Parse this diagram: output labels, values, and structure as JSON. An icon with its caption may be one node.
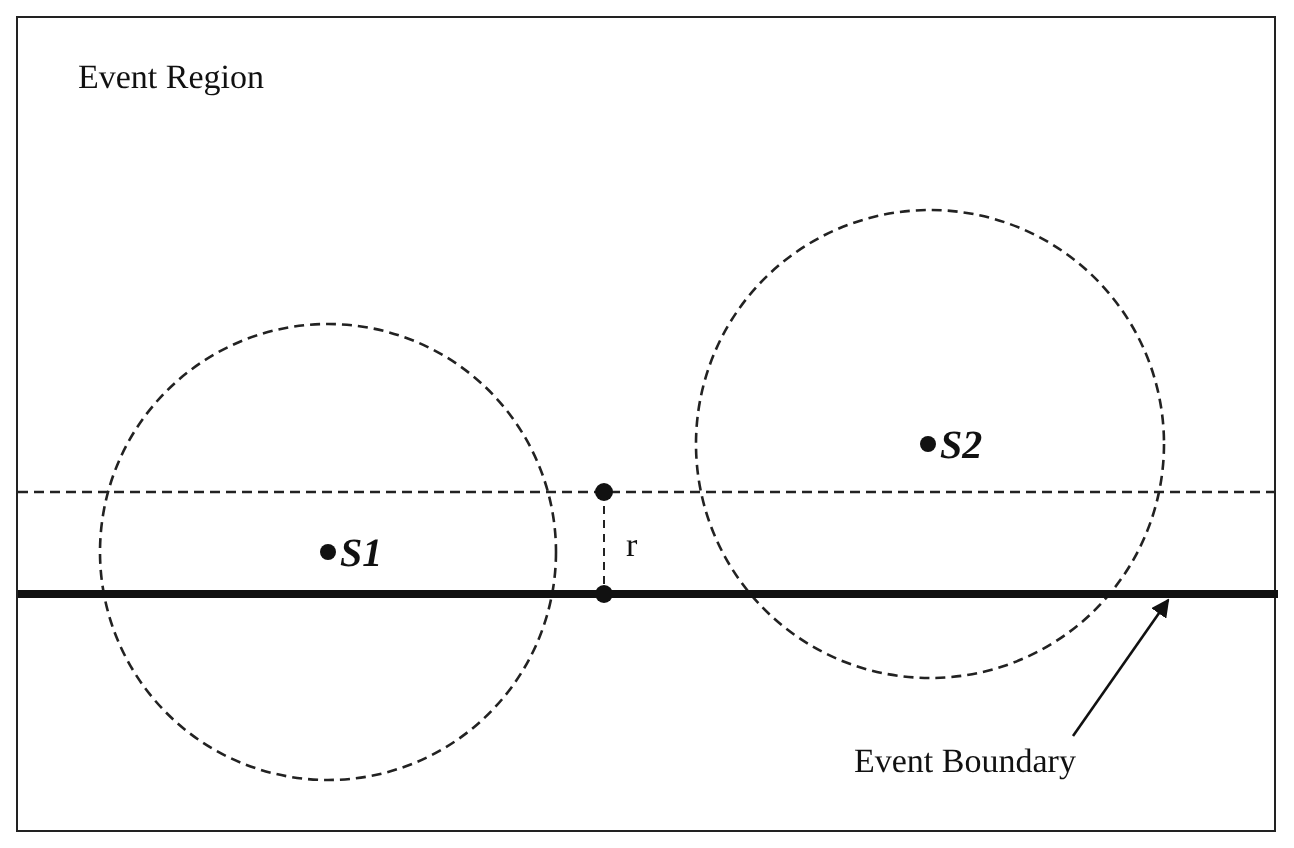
{
  "diagram": {
    "nodes": [
      {
        "text": [
          "Event Region"
        ]
      },
      {
        "text": [
          "S1"
        ],
        "in": 0
      },
      {
        "text": [
          "S2"
        ],
        "in": 0
      },
      {
        "text": [],
        "shape": "bar",
        "in": 0
      },
      {
        "text": [
          "Event Boundary"
        ],
        "in": 0
      }
    ],
    "edges": [
      {
        "from": 4,
        "to": 3,
        "arrow": "to"
      }
    ],
    "labels": [
      "r"
    ]
  }
}
